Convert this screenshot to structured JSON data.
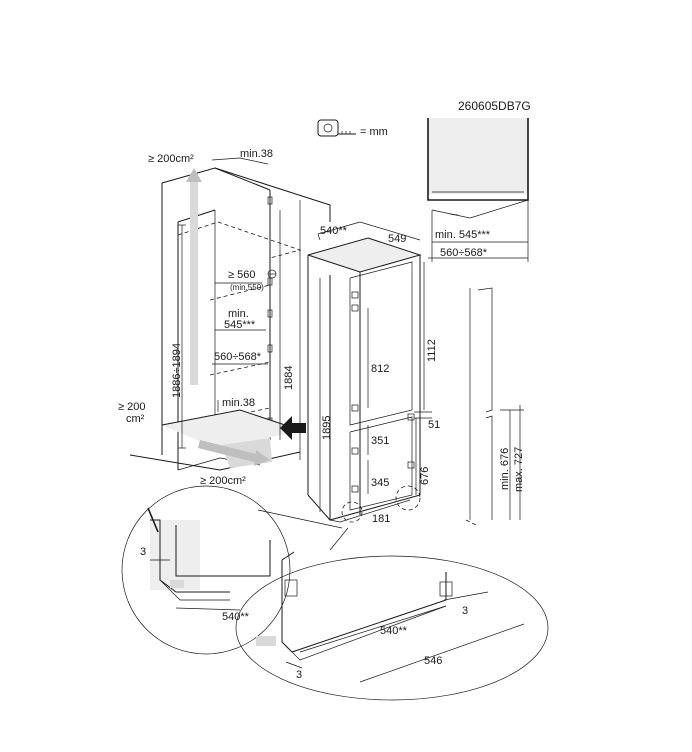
{
  "diagram": {
    "code": "260605DB7G",
    "units_label": "= mm",
    "vent_top": "≥ 200cm²",
    "vent_side": [
      "≥ 200",
      "cm²"
    ],
    "vent_bottom": "≥ 200cm²",
    "niche_gap_top": "min.38",
    "niche_gap_bottom": "min.38",
    "niche_height": "1886÷1894",
    "niche_depth": "≥ 560",
    "niche_depth_min": "(min.550)",
    "niche_min_label": "min.",
    "niche_min_value": "545***",
    "niche_width": "560÷568*",
    "niche_inner_height": "1884",
    "appliance_depth": "540**",
    "appliance_width": "549",
    "appliance_height": "1895",
    "door_upper": "1112",
    "door_upper_inner": "812",
    "door_gap": "51",
    "door_lower_a": "351",
    "door_lower_b": "345",
    "door_lower_total": "676",
    "bottom_gap": "181",
    "top_view_min": "min. 545***",
    "top_view_width": "560÷568*",
    "side_min": "min. 676",
    "side_max": "max. 727",
    "detail_left_gap": "3",
    "detail_left_depth": "540**",
    "detail_right_gap_a": "3",
    "detail_right_gap_b": "3",
    "detail_right_depth": "540**",
    "detail_right_total": "546"
  }
}
